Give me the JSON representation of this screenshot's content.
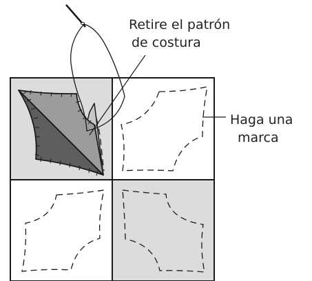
{
  "labels": {
    "remove_pattern_line1": "Retire el patrón",
    "remove_pattern_line2": "de costura",
    "make_mark_line1": "Haga una",
    "make_mark_line2": "marca"
  },
  "colors": {
    "line": "#1a1a1a",
    "shaded_square": "#dcdcdc",
    "pattern_dark": "#5e5e5e",
    "pattern_mid": "#9c9c9c",
    "pattern_light": "#c8c8c8",
    "background": "#ffffff"
  }
}
